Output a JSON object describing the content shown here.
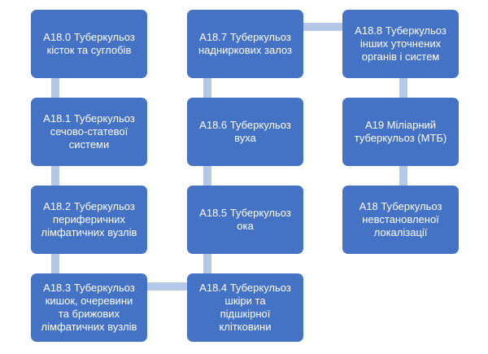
{
  "diagram": {
    "colors": {
      "node_fill": "#4472c4",
      "node_text": "#ffffff",
      "connector": "#b4c7e7"
    },
    "nodes": [
      {
        "id": "a18-0",
        "text": "А18.0 Туберкульоз\nкісток та суглобів"
      },
      {
        "id": "a18-1",
        "text": "А18.1 Туберкульоз\nсечово-статевої\nсистеми"
      },
      {
        "id": "a18-2",
        "text": "А18.2 Туберкульоз\nпериферичних\nлімфатичних вузлів"
      },
      {
        "id": "a18-3",
        "text": "А18.3 Туберкульоз\nкишок,  очеревини\nта  брижових\nлімфатичних вузлів"
      },
      {
        "id": "a18-4",
        "text": "А18.4 Туберкульоз\nшкіри та\nпідшкірної\nклітковини"
      },
      {
        "id": "a18-5",
        "text": "А18.5 Туберкульоз\nока"
      },
      {
        "id": "a18-6",
        "text": "А18.6 Туберкульоз\nвуха"
      },
      {
        "id": "a18-7",
        "text": "А18.7 Туберкульоз\nнадниркових залоз"
      },
      {
        "id": "a18-8",
        "text": "А18.8 Туберкульоз\nінших уточнених\nорганів і систем"
      },
      {
        "id": "a19",
        "text": "А19 Міліарний\nтуберкульоз (МТБ)"
      },
      {
        "id": "a18",
        "text": "А18 Туберкульоз\nневстановленої\nлокалізації"
      }
    ]
  }
}
